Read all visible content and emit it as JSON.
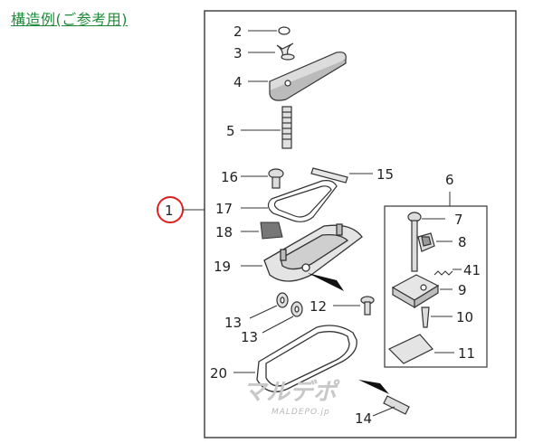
{
  "title": "構造例(ご参考用)",
  "labels": {
    "l1": "1",
    "l2": "2",
    "l3": "3",
    "l4": "4",
    "l5": "5",
    "l6": "6",
    "l7": "7",
    "l8": "8",
    "l9": "9",
    "l10": "10",
    "l11": "11",
    "l12": "12",
    "l13a": "13",
    "l13b": "13",
    "l14": "14",
    "l15": "15",
    "l16": "16",
    "l17": "17",
    "l18": "18",
    "l19": "19",
    "l20": "20",
    "l41": "41"
  },
  "watermark": {
    "logo": "マルデポ",
    "url": "MALDEPO.jp"
  },
  "colors": {
    "title": "#1f8a3a",
    "highlight_circle": "#e02020",
    "line": "#333333",
    "frame": "#444444"
  }
}
